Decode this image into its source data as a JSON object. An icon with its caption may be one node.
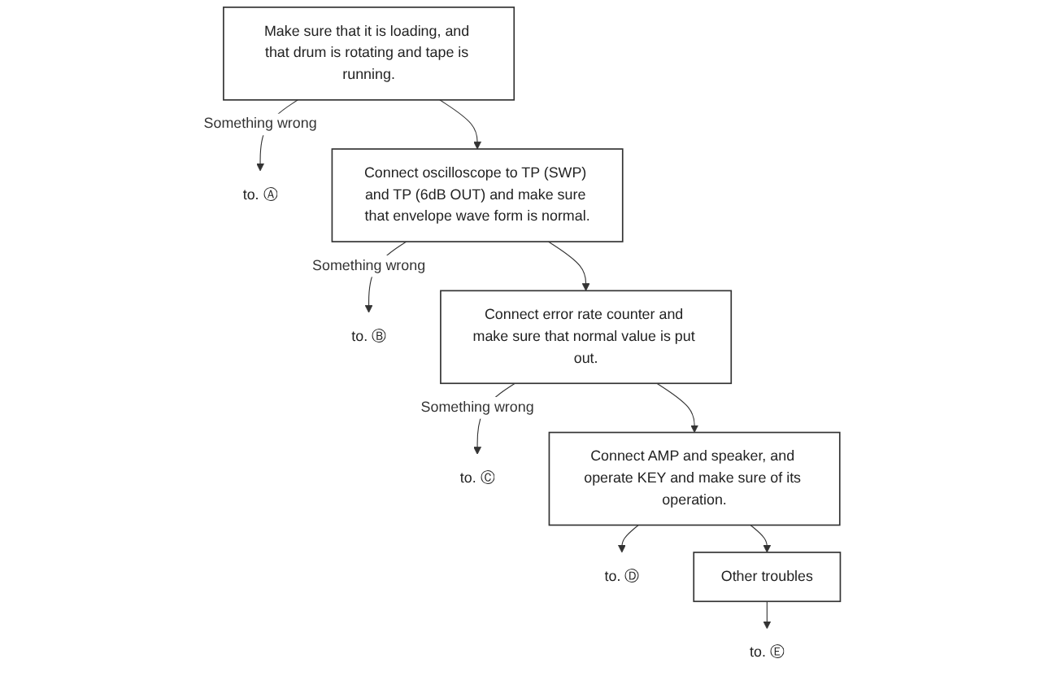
{
  "diagram": {
    "nodes": [
      {
        "text": [
          "Make sure that it is loading, and that drum is rotating and tape is running."
        ]
      },
      {
        "text": [
          "to. Ⓐ"
        ]
      },
      {
        "text": [
          "Connect oscilloscope to TP (SWP) and TP (6dB OUT) and make sure that envelope wave form is normal."
        ]
      },
      {
        "text": [
          "to. Ⓑ"
        ]
      },
      {
        "text": [
          "Connect error rate counter and make sure that normal value is put out."
        ]
      },
      {
        "text": [
          "to. Ⓒ"
        ]
      },
      {
        "text": [
          "Connect AMP and speaker, and operate KEY and make sure of its operation."
        ]
      },
      {
        "text": [
          "to. Ⓓ"
        ]
      },
      {
        "text": [
          "Other troubles"
        ]
      },
      {
        "text": [
          "to. Ⓔ"
        ]
      }
    ],
    "edges": [
      {
        "from": 0,
        "to": 1,
        "arrow": "to",
        "label": "Something wrong"
      },
      {
        "from": 0,
        "to": 2,
        "arrow": "to"
      },
      {
        "from": 2,
        "to": 3,
        "arrow": "to",
        "label": "Something wrong"
      },
      {
        "from": 2,
        "to": 4,
        "arrow": "to"
      },
      {
        "from": 4,
        "to": 5,
        "arrow": "to",
        "label": "Something wrong"
      },
      {
        "from": 4,
        "to": 6,
        "arrow": "to"
      },
      {
        "from": 6,
        "to": 7,
        "arrow": "to"
      },
      {
        "from": 6,
        "to": 8,
        "arrow": "to"
      },
      {
        "from": 8,
        "to": 9,
        "arrow": "to"
      }
    ]
  }
}
